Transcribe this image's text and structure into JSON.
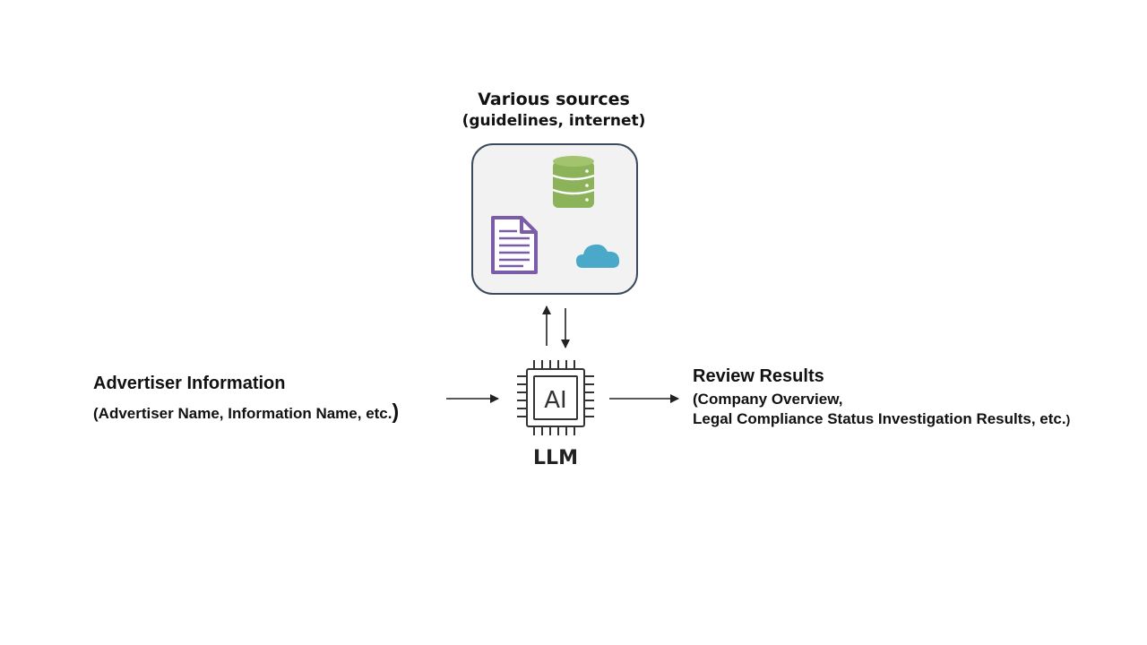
{
  "sources": {
    "title": "Various sources",
    "subtitle": "(guidelines, internet)",
    "icons": [
      "database-icon",
      "document-icon",
      "cloud-icon"
    ],
    "colors": {
      "database": "#8db35a",
      "document": "#7a5ca8",
      "cloud": "#4aa8c8",
      "box_border": "#3b4a5c",
      "box_fill": "#f2f2f2"
    }
  },
  "input": {
    "title": "Advertiser Information",
    "subtitle_text": "(Advertiser Name, Information Name, etc.",
    "subtitle_close": ")"
  },
  "llm": {
    "chip_text": "AI",
    "label": "LLM"
  },
  "output": {
    "title": "Review Results",
    "line1": "(Company Overview,",
    "line2_text": "Legal Compliance Status Investigation Results, etc.",
    "line2_close": ")"
  }
}
